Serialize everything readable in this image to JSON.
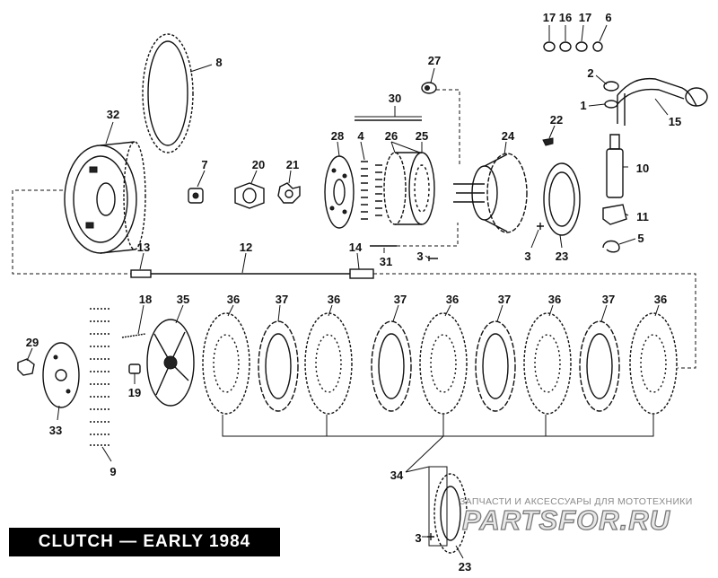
{
  "title": "CLUTCH — EARLY 1984",
  "watermark": {
    "tagline": "ЗАПЧАСТИ И АКСЕССУАРЫ ДЛЯ МОТОТЕХНИКИ",
    "logo": "PARTSFOR.RU"
  },
  "callouts": [
    {
      "id": "c17a",
      "label": "17"
    },
    {
      "id": "c16",
      "label": "16"
    },
    {
      "id": "c17b",
      "label": "17"
    },
    {
      "id": "c6",
      "label": "6"
    },
    {
      "id": "c8",
      "label": "8"
    },
    {
      "id": "c27",
      "label": "27"
    },
    {
      "id": "c2",
      "label": "2"
    },
    {
      "id": "c1",
      "label": "1"
    },
    {
      "id": "c15",
      "label": "15"
    },
    {
      "id": "c32",
      "label": "32"
    },
    {
      "id": "c30",
      "label": "30"
    },
    {
      "id": "c22",
      "label": "22"
    },
    {
      "id": "c28",
      "label": "28"
    },
    {
      "id": "c4",
      "label": "4"
    },
    {
      "id": "c26",
      "label": "26"
    },
    {
      "id": "c25",
      "label": "25"
    },
    {
      "id": "c24",
      "label": "24"
    },
    {
      "id": "c7",
      "label": "7"
    },
    {
      "id": "c20",
      "label": "20"
    },
    {
      "id": "c21",
      "label": "21"
    },
    {
      "id": "c10",
      "label": "10"
    },
    {
      "id": "c11",
      "label": "11"
    },
    {
      "id": "c5",
      "label": "5"
    },
    {
      "id": "c13",
      "label": "13"
    },
    {
      "id": "c12",
      "label": "12"
    },
    {
      "id": "c14",
      "label": "14"
    },
    {
      "id": "c3a",
      "label": "3"
    },
    {
      "id": "c31",
      "label": "31"
    },
    {
      "id": "c3b",
      "label": "3"
    },
    {
      "id": "c23a",
      "label": "23"
    },
    {
      "id": "c18",
      "label": "18"
    },
    {
      "id": "c35",
      "label": "35"
    },
    {
      "id": "c36a",
      "label": "36"
    },
    {
      "id": "c37a",
      "label": "37"
    },
    {
      "id": "c36b",
      "label": "36"
    },
    {
      "id": "c37b",
      "label": "37"
    },
    {
      "id": "c36c",
      "label": "36"
    },
    {
      "id": "c37c",
      "label": "37"
    },
    {
      "id": "c36d",
      "label": "36"
    },
    {
      "id": "c37d",
      "label": "37"
    },
    {
      "id": "c36e",
      "label": "36"
    },
    {
      "id": "c29",
      "label": "29"
    },
    {
      "id": "c19",
      "label": "19"
    },
    {
      "id": "c33",
      "label": "33"
    },
    {
      "id": "c9",
      "label": "9"
    },
    {
      "id": "c34",
      "label": "34"
    },
    {
      "id": "c3c",
      "label": "3"
    },
    {
      "id": "c23b",
      "label": "23"
    }
  ]
}
